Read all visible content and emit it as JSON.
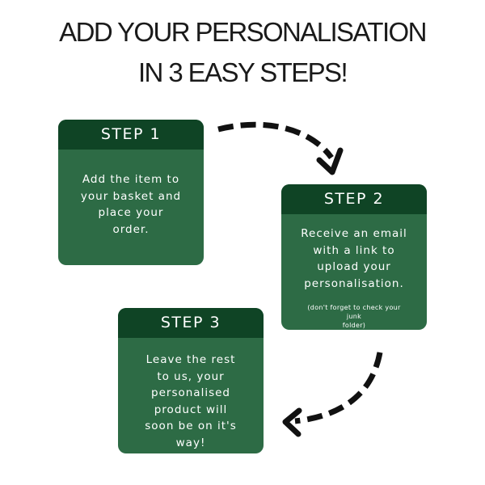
{
  "heading": {
    "line1": "ADD YOUR PERSONALISATION",
    "line2": "IN 3 EASY STEPS!"
  },
  "steps": [
    {
      "label": "STEP 1",
      "text": "Add the item to\nyour basket and\nplace your\norder."
    },
    {
      "label": "STEP 2",
      "text": "Receive an email\nwith a link to\nupload your\npersonalisation.",
      "note": "(don't forget to check your junk\nfolder)"
    },
    {
      "label": "STEP 3",
      "text": "Leave the rest\nto us, your\npersonalised\nproduct will\nsoon be on it's\nway!"
    }
  ],
  "colors": {
    "card_body": "#2d6b45",
    "card_header": "#0f4425",
    "arrow": "#111111",
    "text": "#1a1a1a"
  }
}
